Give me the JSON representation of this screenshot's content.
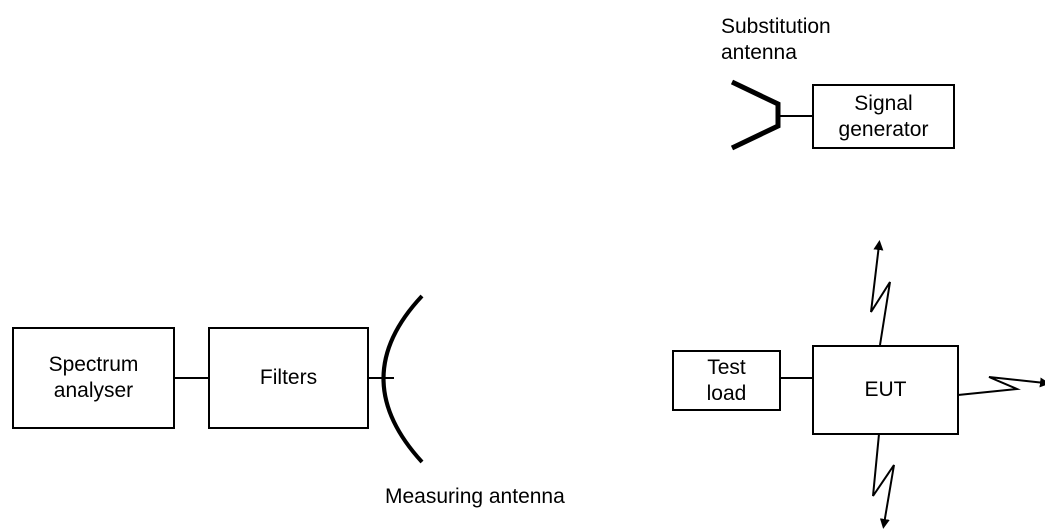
{
  "diagram": {
    "spectrum_analyser": "Spectrum\nanalyser",
    "filters": "Filters",
    "measuring_antenna": "Measuring antenna",
    "substitution_antenna": "Substitution\nantenna",
    "signal_generator": "Signal\ngenerator",
    "test_load": "Test\nload",
    "eut": "EUT"
  },
  "colors": {
    "line": "#000000",
    "background": "#ffffff"
  }
}
